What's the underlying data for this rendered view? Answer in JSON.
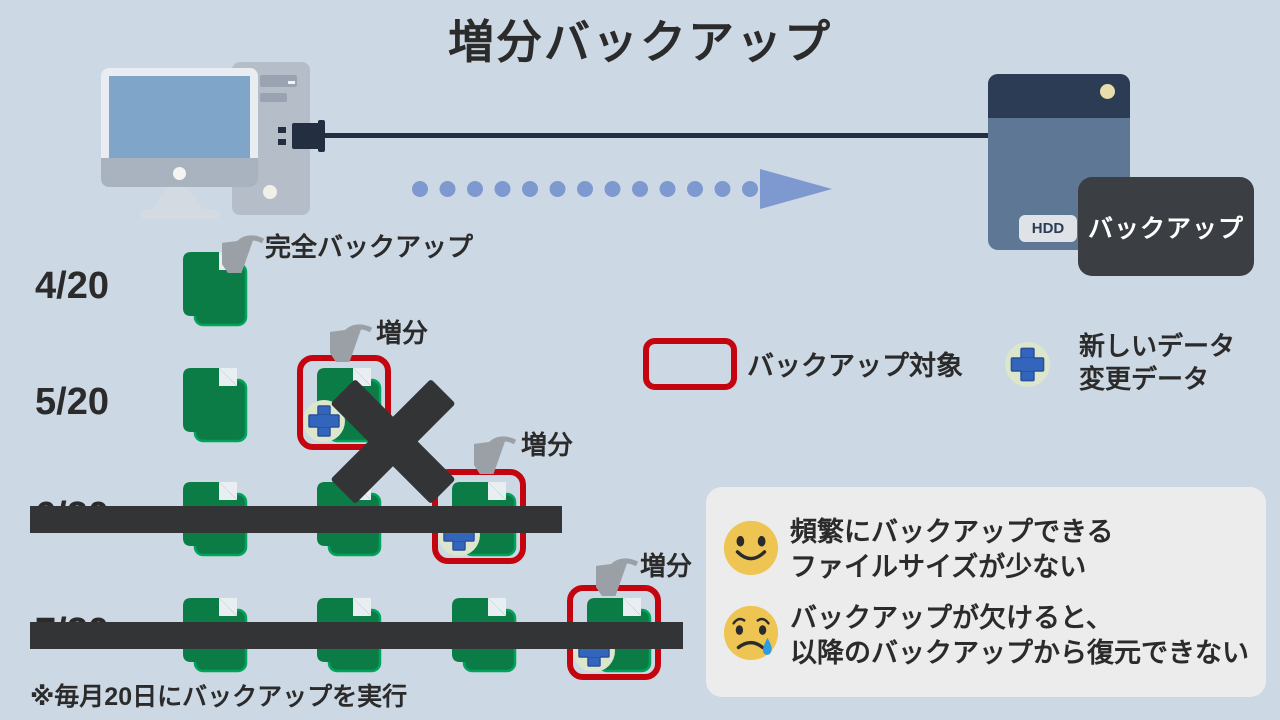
{
  "title": "増分バックアップ",
  "devices": {
    "hdd_label": "HDD",
    "backup_label": "バックアップ"
  },
  "annotations": {
    "full_backup": "完全バックアップ",
    "increment": "増分",
    "footnote": "※毎月20日にバックアップを実行"
  },
  "rows": [
    {
      "date": "4/20",
      "files": 1,
      "increment": false,
      "failed": false,
      "crossed": false
    },
    {
      "date": "5/20",
      "files": 2,
      "increment": true,
      "failed": true,
      "crossed": false
    },
    {
      "date": "6/20",
      "files": 3,
      "increment": true,
      "failed": false,
      "crossed": true
    },
    {
      "date": "7/20",
      "files": 4,
      "increment": true,
      "failed": false,
      "crossed": true
    }
  ],
  "legend": {
    "target_label": "バックアップ対象",
    "plus_label_line1": "新しいデータ",
    "plus_label_line2": "変更データ"
  },
  "callout": {
    "pro_line1": "頻繁にバックアップできる",
    "pro_line2": "ファイルサイズが少ない",
    "con_line1": "バックアップが欠けると、",
    "con_line2": "以降のバックアップから復元できない"
  },
  "colors": {
    "background": "#ccd8e3",
    "file_green": "#0b7c45",
    "file_green_edge": "#00a45c",
    "fold_white": "#e9eef3",
    "target_red": "#c4050f",
    "plus_blue": "#3465bd",
    "badge_bg": "#dce6cc",
    "ink": "#2b2b2b",
    "strike_dark": "#323436",
    "dotted_arrow_blue": "#7e99cf",
    "hdd_body": "#5d7795",
    "hdd_top": "#2d3c55",
    "callout_bg": "#ececec",
    "smiley_yellow": "#eec452",
    "tear_blue": "#2e9ce0"
  }
}
